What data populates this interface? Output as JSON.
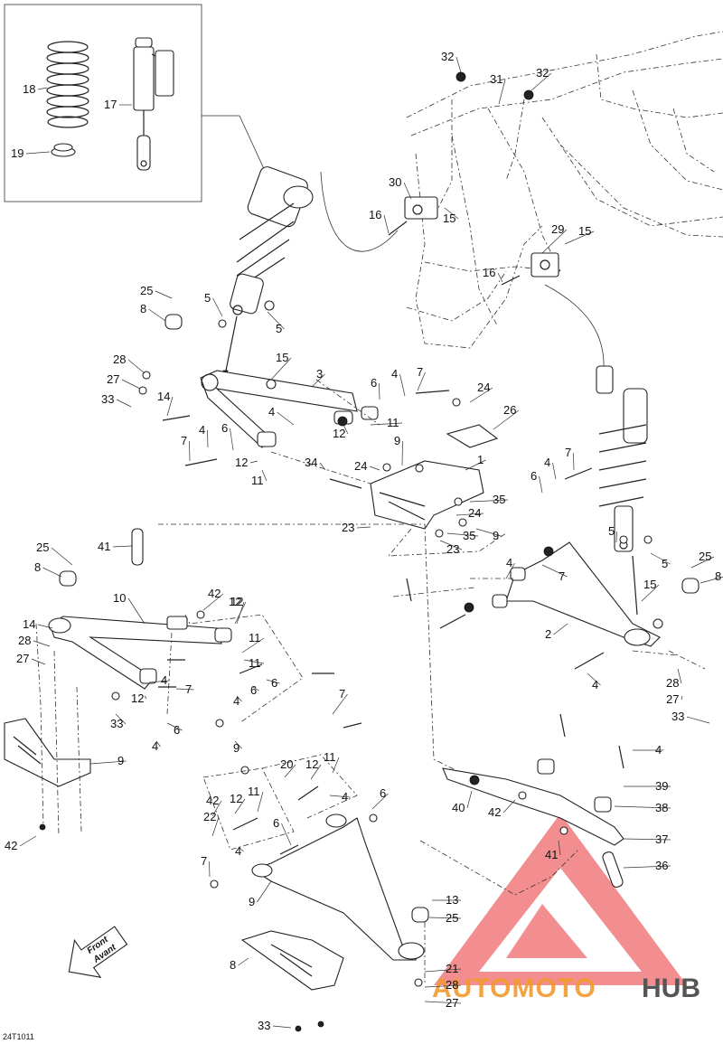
{
  "diagram_ref": "24T1011",
  "front_arrow": {
    "line1": "Front",
    "line2": "Avant"
  },
  "watermark": {
    "part1": "AUTOMOTO",
    "part2": "HUB"
  },
  "colors": {
    "line": "#222222",
    "watermark_red": "#e8383d",
    "watermark_orange": "#f29a2e",
    "watermark_grey": "#555555"
  },
  "callouts": [
    "18",
    "17",
    "19",
    "32",
    "31",
    "32",
    "30",
    "16",
    "15",
    "29",
    "15",
    "16",
    "25",
    "5",
    "8",
    "5",
    "28",
    "15",
    "27",
    "33",
    "14",
    "3",
    "6",
    "4",
    "7",
    "24",
    "26",
    "4",
    "11",
    "12",
    "4",
    "6",
    "7",
    "12",
    "11",
    "9",
    "34",
    "24",
    "1",
    "35",
    "23",
    "24",
    "35",
    "9",
    "23",
    "7",
    "6",
    "4",
    "25",
    "8",
    "41",
    "25",
    "8",
    "10",
    "42",
    "12",
    "11",
    "4",
    "12",
    "6",
    "7",
    "5",
    "5",
    "15",
    "2",
    "28",
    "27",
    "33",
    "11",
    "7",
    "12",
    "9",
    "6",
    "4",
    "4",
    "6",
    "4",
    "7",
    "4",
    "14",
    "28",
    "27",
    "33",
    "9",
    "20",
    "12",
    "11",
    "4",
    "6",
    "42",
    "12",
    "11",
    "4",
    "39",
    "38",
    "37",
    "36",
    "41",
    "42",
    "40",
    "42",
    "22",
    "4",
    "6",
    "7",
    "9",
    "13",
    "25",
    "8",
    "21",
    "28",
    "27",
    "33",
    "22"
  ]
}
